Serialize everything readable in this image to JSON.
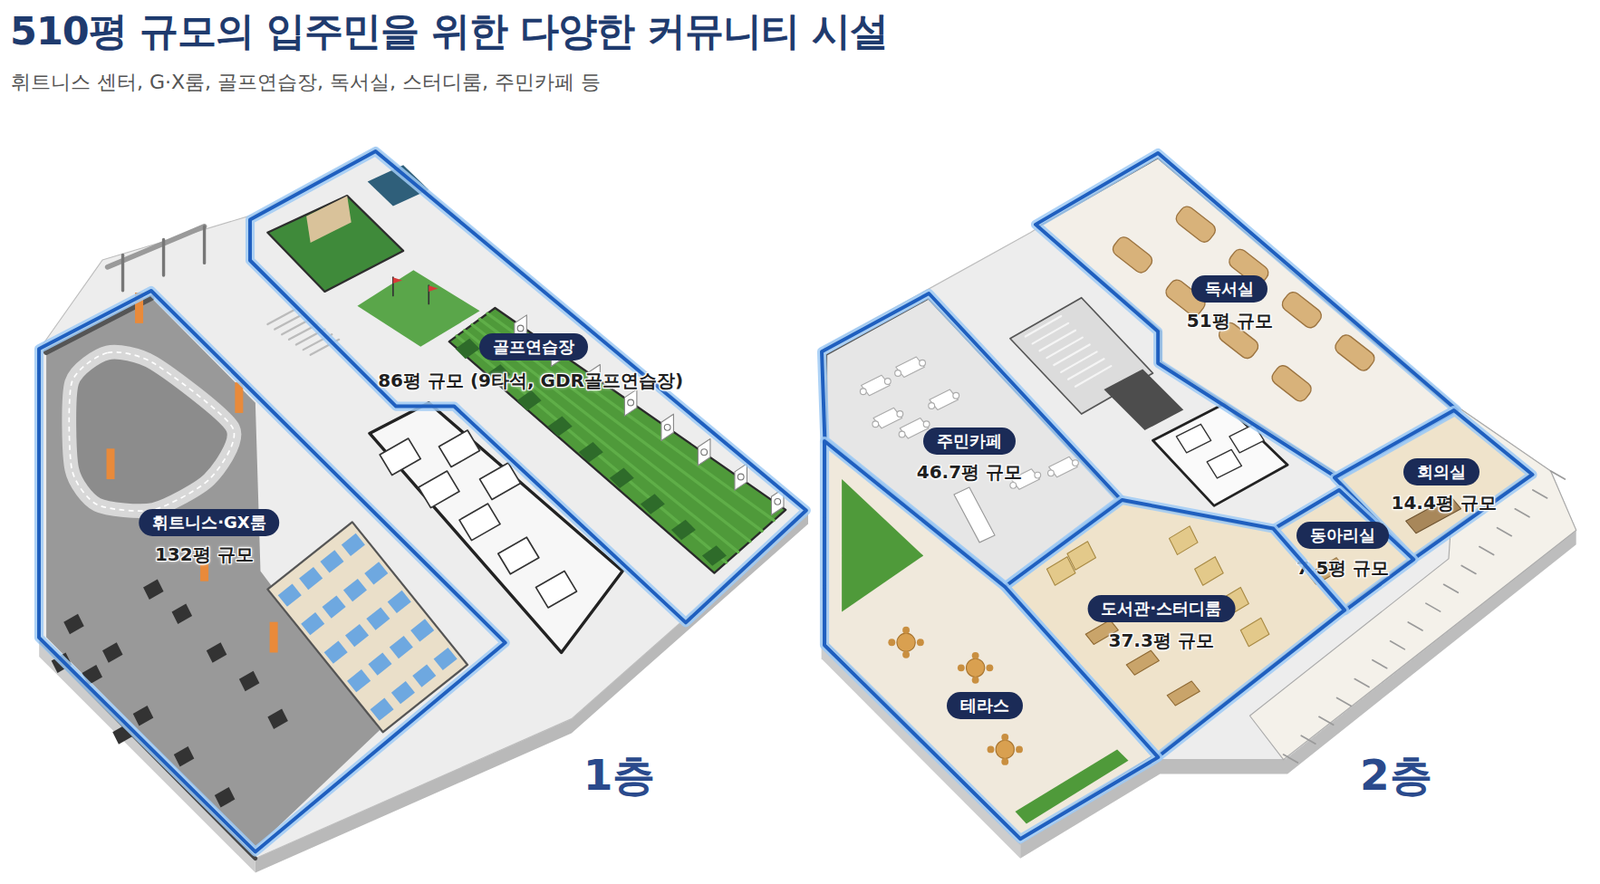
{
  "diagram": {
    "title": "510평 규모의 입주민을 위한 다양한 커뮤니티 시설",
    "caption": "휘트니스 센터, G·X룸, 골프연습장, 독서실, 스터디룸, 주민카페 등",
    "nodes": [
      {
        "text": [
          "골프연습장",
          "86평 규모 (9타석, GDR골프연습장)"
        ]
      },
      {
        "text": [
          "휘트니스·GX룸",
          "132평 규모"
        ]
      },
      {
        "text": [
          "독서실",
          "51평 규모"
        ]
      },
      {
        "text": [
          "주민카페",
          "46.7평 규모"
        ]
      },
      {
        "text": [
          "회의실",
          "14.4평 규모"
        ]
      },
      {
        "text": [
          "동아리실",
          "7.5평 규모"
        ]
      },
      {
        "text": [
          "도서관·스터디룸",
          "37.3평 규모"
        ]
      },
      {
        "text": [
          "테라스"
        ]
      }
    ],
    "labels": [
      "1층",
      "2층"
    ]
  }
}
